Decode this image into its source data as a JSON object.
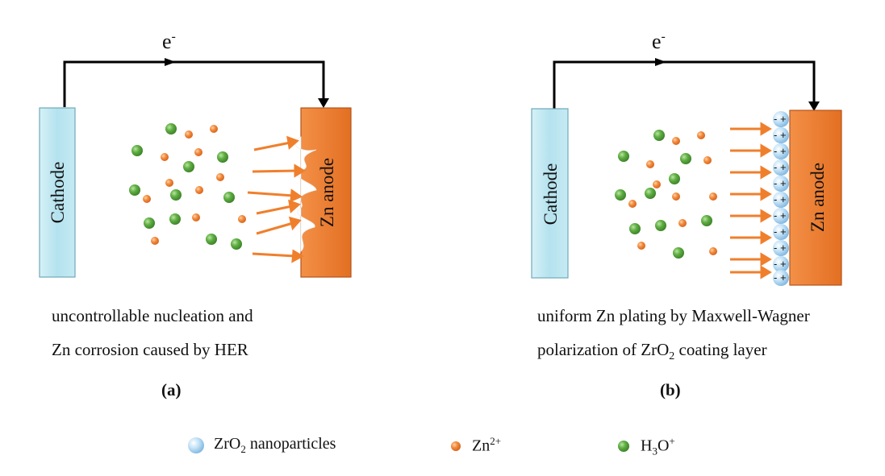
{
  "panel_a": {
    "electron": "e",
    "electron_sup": "-",
    "cathode": "Cathode",
    "anode": "Zn anode",
    "caption_line1": "uncontrollable nucleation and",
    "caption_line2": "Zn corrosion caused by HER",
    "tag": "(a)"
  },
  "panel_b": {
    "electron": "e",
    "electron_sup": "-",
    "cathode": "Cathode",
    "anode": "Zn anode",
    "caption_line1": "uniform Zn plating by Maxwell-Wagner",
    "caption_line2_pre": "polarization  of ZrO",
    "caption_line2_sub": "2",
    "caption_line2_post": " coating layer",
    "tag": "(b)",
    "charge_pair": "- +"
  },
  "legend": {
    "zro2_pre": "ZrO",
    "zro2_sub": "2",
    "zro2_post": " nanoparticles",
    "zn_base": "Zn",
    "zn_sup": "2+",
    "h3o_base": "H",
    "h3o_sub": "3",
    "h3o_mid": "O",
    "h3o_sup": "+"
  },
  "colors": {
    "cathode": "#bfe7f0",
    "anode": "#ee7f32",
    "zn_ion": "#f07f2c",
    "h3o_ion": "#58a83c",
    "arrow": "#f07f2c",
    "zro2": "#a9d3f1"
  }
}
